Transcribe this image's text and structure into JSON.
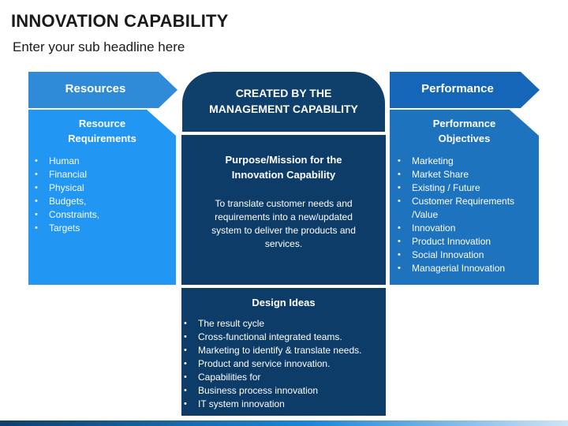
{
  "title": "INNOVATION CAPABILITY",
  "subtitle": "Enter your sub headline here",
  "colors": {
    "light_blue": "#2196f3",
    "mid_blue": "#1e73be",
    "dark_navy": "#0e3c69",
    "title_text": "#1a1a1a"
  },
  "left": {
    "arrow_label": "Resources",
    "heading": "Resource\nRequirements",
    "items": [
      "Human",
      "Financial",
      "Physical",
      "Budgets,",
      "Constraints,",
      "Targets"
    ]
  },
  "center": {
    "top_label": "CREATED BY THE\nMANAGEMENT CAPABILITY",
    "mission_heading": "Purpose/Mission for the\nInnovation Capability",
    "mission_body": "To translate customer needs and requirements into a new/updated system to deliver the products and services.",
    "design_heading": "Design Ideas",
    "design_items": [
      "The result cycle",
      "Cross-functional integrated teams.",
      "Marketing to identify & translate needs.",
      "Product and service innovation.",
      "Capabilities for",
      "Business process innovation",
      "IT system innovation"
    ]
  },
  "right": {
    "arrow_label": "Performance",
    "heading": "Performance\nObjectives",
    "items": [
      "Marketing",
      "Market Share",
      "Existing / Future",
      "Customer Requirements\n/Value",
      "Innovation",
      "Product Innovation",
      "Social Innovation",
      "Managerial Innovation"
    ]
  }
}
